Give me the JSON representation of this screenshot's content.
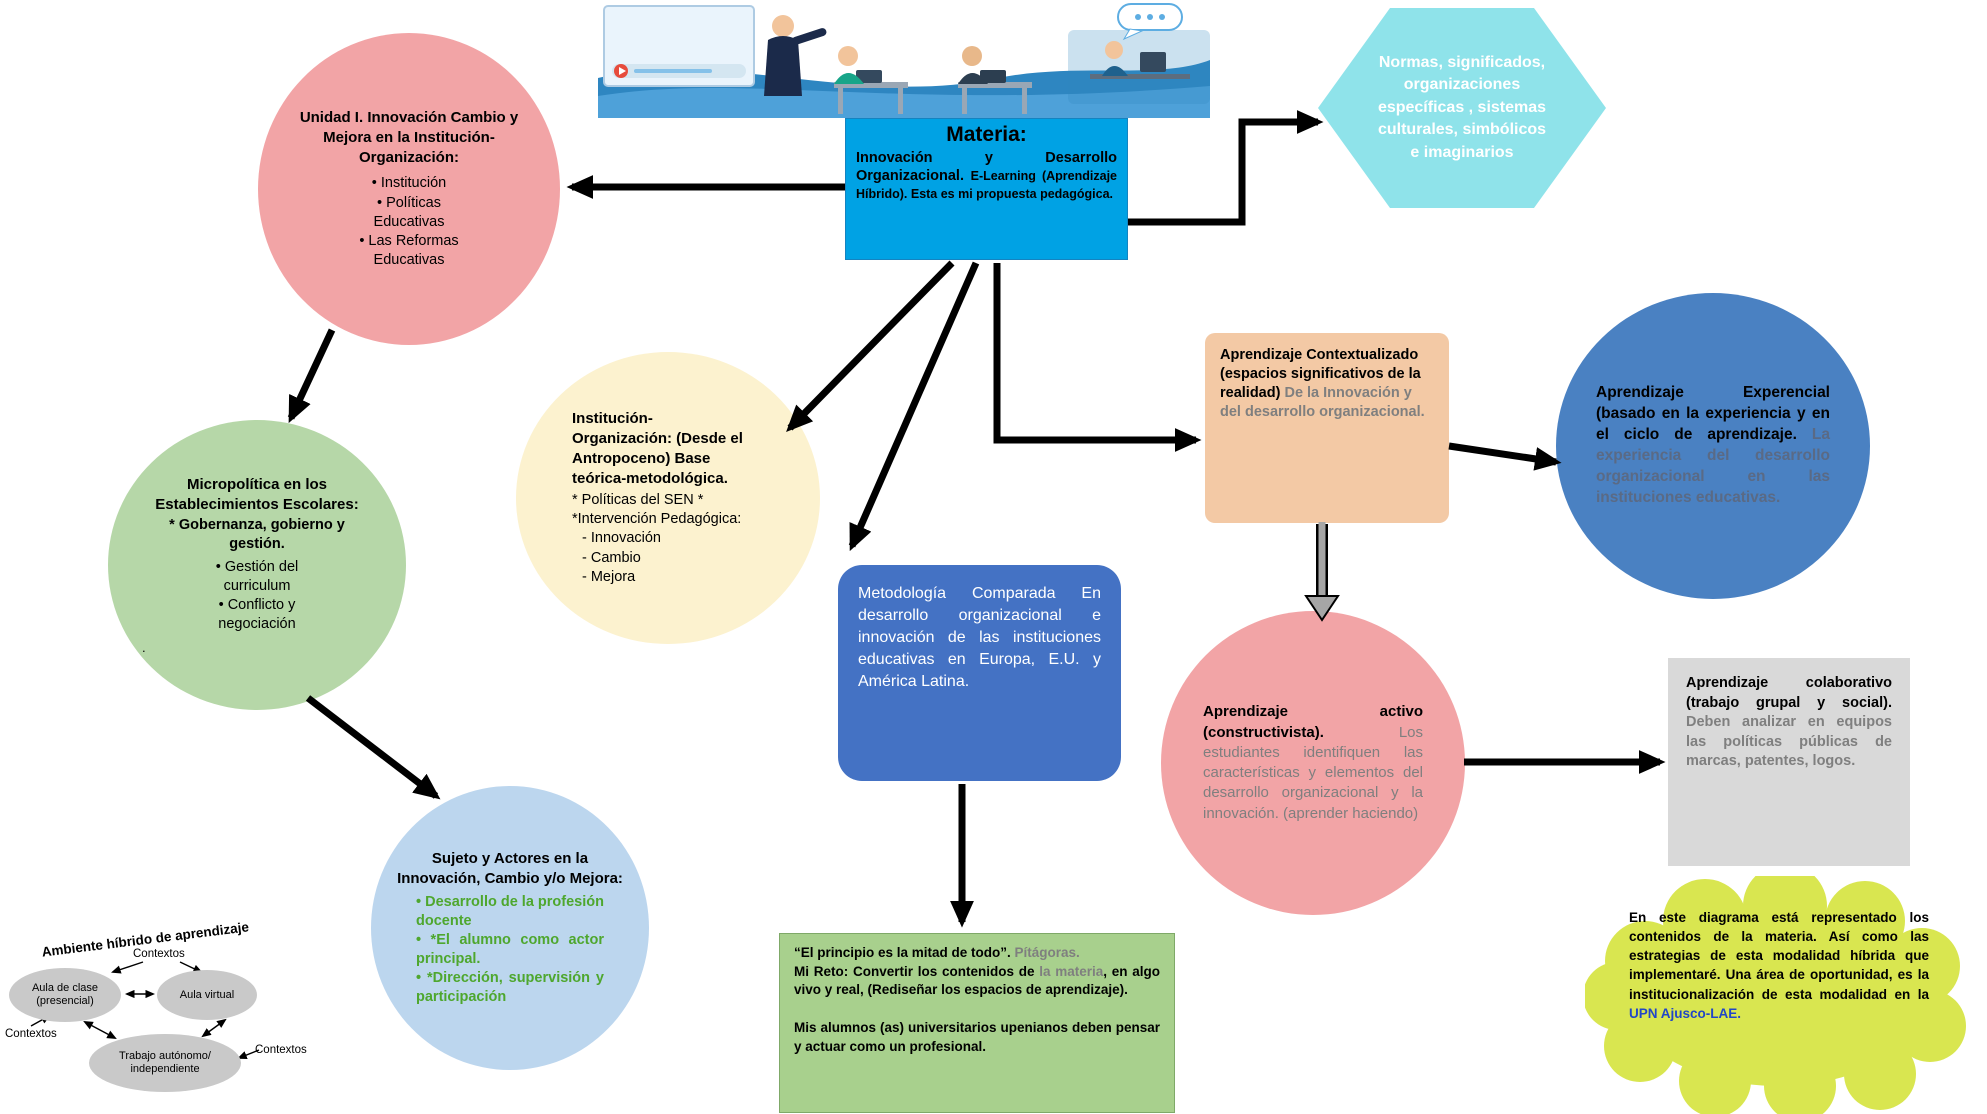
{
  "colors": {
    "materia_bg": "#00A2E4",
    "materia_border": "#1583C0",
    "unidad_bg": "#F2A4A6",
    "hexagon_bg": "#8FE3EA",
    "micropolitica_bg": "#B6D7A8",
    "institucion_bg": "#FCF2CF",
    "metodologia_bg": "#4472C4",
    "contextualizado_bg": "#F3C9A5",
    "experencial_bg": "#4A81C2",
    "activo_bg": "#F2A4A6",
    "colaborativo_bg": "#D9D9D9",
    "sujeto_bg": "#BCD6EE",
    "reto_bg": "#A8D08D",
    "reto_border": "#7FA968",
    "cloud_bg": "#D9E650",
    "muted_text": "#7F7F7F",
    "experencial_muted": "#5A6A85",
    "green_text": "#4EA72E",
    "link_blue": "#2146C7"
  },
  "materia": {
    "title": "Materia:",
    "line1": "Innovación y Desarrollo Organizacional.",
    "line2": "E-Learning (Aprendizaje Híbrido). Esta es mi propuesta pedagógica."
  },
  "unidad1": {
    "title": "Unidad I. Innovación Cambio y Mejora en la Institución-Organización:",
    "bullets": [
      "Institución",
      "Políticas Educativas",
      "Las Reformas Educativas"
    ]
  },
  "hexagon": {
    "text": "Normas, significados, organizaciones específicas , sistemas culturales, simbólicos e imaginarios"
  },
  "micropolitica": {
    "title": "Micropolítica en los Establecimientos Escolares:",
    "subtitle": "* Gobernanza, gobierno y gestión.",
    "bullets": [
      "Gestión del curriculum",
      "Conflicto y negociación"
    ],
    "footnote": "."
  },
  "institucion": {
    "title": "Institución-Organización: (Desde el Antropoceno) Base teórica-metodológica.",
    "body": "* Políticas del SEN * *Intervención Pedagógica:",
    "items": [
      "- Innovación",
      "- Cambio",
      "- Mejora"
    ]
  },
  "metodologia": {
    "text": "Metodología Comparada En desarrollo organizacional e innovación de las instituciones educativas en Europa, E.U. y América Latina."
  },
  "contextualizado": {
    "title": "Aprendizaje Contextualizado (espacios significativos de la realidad)",
    "body": "De la Innovación y del desarrollo organizacional."
  },
  "experencial": {
    "title": "Aprendizaje Experencial (basado en la experiencia y en el ciclo de aprendizaje.",
    "body": "La experiencia del desarrollo organizacional en las instituciones educativas."
  },
  "activo": {
    "title": "Aprendizaje activo (constructivista).",
    "body": "Los estudiantes identifiquen las características y elementos del desarrollo organizacional y la innovación. (aprender haciendo)"
  },
  "colaborativo": {
    "title": "Aprendizaje colaborativo (trabajo grupal y social).",
    "body": "Deben analizar en equipos las políticas públicas de marcas, patentes, logos."
  },
  "sujeto": {
    "title": "Sujeto y Actores en la Innovación, Cambio y/o Mejora:",
    "bullets": [
      "Desarrollo de la profesión docente",
      "*El alumno como actor principal.",
      "*Dirección, supervisión y participación"
    ]
  },
  "ambiente": {
    "title": "Ambiente híbrido de aprendizaje",
    "node_presencial": "Aula de clase (presencial)",
    "node_virtual": "Aula virtual",
    "node_trabajo": "Trabajo autónomo/ independiente",
    "label_top": "Contextos",
    "label_left": "Contextos",
    "label_right": "Contextos"
  },
  "reto": {
    "quote": "“El principio es la mitad de todo”. ",
    "quote_author": "Pítágoras.",
    "line2_a": "Mi Reto: Convertir los contenidos de ",
    "line2_highlight": "la materia",
    "line2_b": ", en algo vivo y real, (Rediseñar los espacios de aprendizaje).",
    "line3": "Mis alumnos (as) universitarios upenianos deben pensar y actuar como un profesional."
  },
  "cloud": {
    "text": "En este diagrama está representado los contenidos de la materia. Así como las estrategias de esta modalidad híbrida que implementaré. Una área de oportunidad, es la institucionalización de esta modalidad en la ",
    "highlight": "UPN Ajusco-LAE."
  }
}
